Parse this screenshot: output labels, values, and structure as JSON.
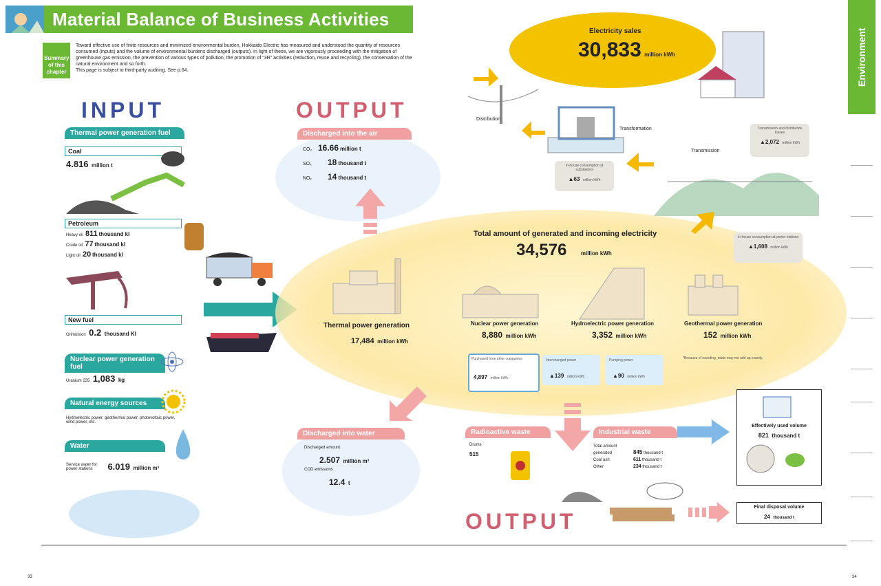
{
  "header": {
    "title": "Material Balance of Business Activities"
  },
  "summary": {
    "label": "Summary of this chapter",
    "text": "Toward effective use of finite resources and minimized environmental burden, Hokkaido Electric has measured and understood the quantity of resources consumed (inputs) and the volume of environmental burdens discharged (outputs). In light of these, we are vigorously proceeding with the mitigation of greenhouse gas emission, the prevention of various types of pollution, the promotion of \"3R\" activities (reduction, reuse and recycling), the conservation of the natural environment and so forth.",
    "audit": "This page is subject to third-party auditing. See p.64."
  },
  "input": {
    "heading": "INPUT",
    "thermal_tab": "Thermal power generation fuel",
    "coal": {
      "label": "Coal",
      "value": "4.816",
      "unit": "million t"
    },
    "petroleum": {
      "label": "Petroleum",
      "rows": [
        {
          "name": "Heavy oil",
          "value": "811",
          "unit": "thousand kl"
        },
        {
          "name": "Crude oil",
          "value": "77",
          "unit": "thousand kl"
        },
        {
          "name": "Light oil",
          "value": "20",
          "unit": "thousand kl"
        }
      ]
    },
    "new_fuel": {
      "label": "New fuel",
      "name": "Orimulsion",
      "value": "0.2",
      "unit": "thousand Kl"
    },
    "nuclear_tab": "Nuclear power generation fuel",
    "uranium": {
      "name": "Uranium 235",
      "value": "1,083",
      "unit": "kg"
    },
    "natural_tab": "Natural energy sources",
    "natural_text": "Hydroelectric power, geothermal power, photovoltaic power, wind power, etc.",
    "water_tab": "Water",
    "water": {
      "name": "Service water for power stations",
      "value": "6.019",
      "unit": "million m³"
    }
  },
  "output_air": {
    "heading": "OUTPUT",
    "tab": "Discharged into the air",
    "rows": [
      {
        "name": "CO₂",
        "value": "16.66",
        "unit": "million t"
      },
      {
        "name": "SOₓ",
        "value": "18",
        "unit": "thousand t"
      },
      {
        "name": "NOₓ",
        "value": "14",
        "unit": "thousand t"
      }
    ]
  },
  "output_water": {
    "tab": "Discharged into water",
    "discharged_label": "Discharged amount",
    "discharged_value": "2.507",
    "discharged_unit": "million m³",
    "cod_label": "COD emissions",
    "cod_value": "12.4",
    "cod_unit": "t"
  },
  "thermal": {
    "label": "Thermal power generation",
    "value": "17,484",
    "unit": "million kWh"
  },
  "total": {
    "label": "Total amount of generated and incoming electricity",
    "value": "34,576",
    "unit": "million kWh"
  },
  "nuclear": {
    "label": "Nuclear power generation",
    "value": "8,880",
    "unit": "million kWh"
  },
  "hydro": {
    "label": "Hydroelectric power generation",
    "value": "3,352",
    "unit": "million kWh"
  },
  "geo": {
    "label": "Geothermal power generation",
    "value": "152",
    "unit": "million kWh"
  },
  "purchased": {
    "label": "Purchased from other companies",
    "value": "4,897",
    "unit": "million kWh"
  },
  "interchanged": {
    "label": "Interchanged power",
    "value": "▲139",
    "unit": "million kWh"
  },
  "pumping": {
    "label": "Pumping power",
    "value": "▲90",
    "unit": "million kWh"
  },
  "rounding_note": "*Because of rounding, totals may not add up exactly.",
  "sales": {
    "label": "Electricity sales",
    "value": "30,833",
    "unit": "million kWh"
  },
  "distribution": "Distribution",
  "transformation": "Transformation",
  "transmission": "Transmission",
  "loss_transmission": {
    "title": "Transmission and distribution losses",
    "value": "▲2,072",
    "unit": "million kWh"
  },
  "inhouse_sub": {
    "title": "In-house consumption at substations",
    "value": "▲63",
    "unit": "million kWh"
  },
  "inhouse_plant": {
    "title": "In-house consumption at power stations",
    "value": "▲1,608",
    "unit": "million kWh"
  },
  "output_bottom": {
    "heading": "OUTPUT",
    "radio_tab": "Radioactive waste",
    "drums_label": "Drums",
    "drums_value": "515",
    "industrial_tab": "Industrial waste",
    "generated_label": "Total amount generated",
    "generated_value": "845",
    "generated_unit": "thousand t",
    "coal_ash_label": "Coal ash",
    "coal_ash_value": "611",
    "coal_ash_unit": "thousand t",
    "other_label": "Other",
    "other_value": "234",
    "other_unit": "thousand t",
    "effective_label": "Effectively used volume",
    "effective_value": "821",
    "effective_unit": "thousand t",
    "final_label": "Final disposal volume",
    "final_value": "24",
    "final_unit": "thousand t"
  },
  "sidebar": {
    "main": "Environment"
  },
  "pages": {
    "left": "33",
    "right": "34"
  }
}
